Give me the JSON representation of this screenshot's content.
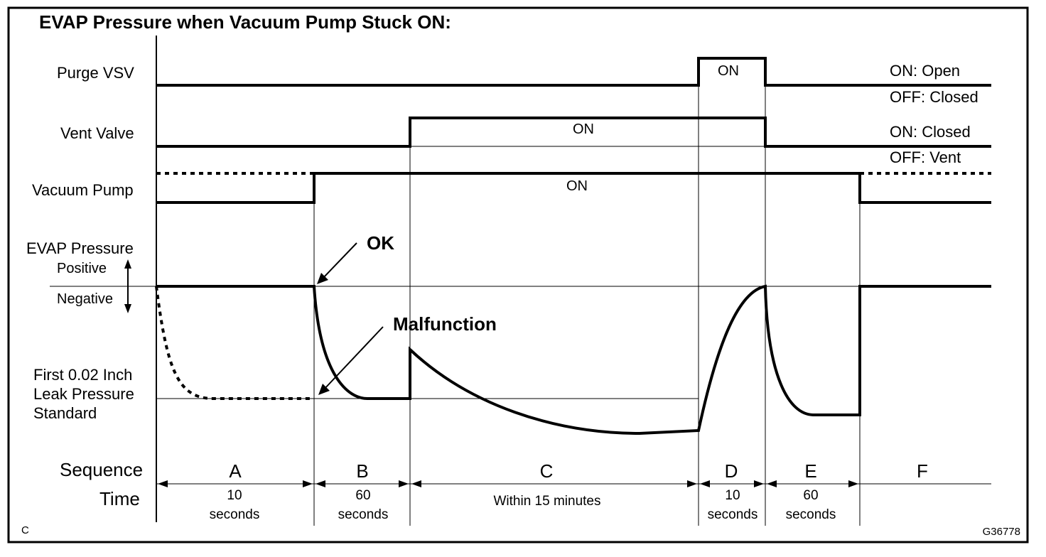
{
  "title": "EVAP Pressure when Vacuum Pump Stuck ON:",
  "rows": {
    "purge_vsv": "Purge VSV",
    "vent_valve": "Vent Valve",
    "vacuum_pump": "Vacuum Pump",
    "evap_pressure": "EVAP Pressure",
    "positive": "Positive",
    "negative": "Negative",
    "leak_std_line1": "First 0.02 Inch",
    "leak_std_line2": "Leak Pressure",
    "leak_std_line3": "Standard",
    "sequence": "Sequence",
    "time": "Time"
  },
  "states": {
    "purge_on": "ON",
    "vent_on": "ON",
    "pump_on": "ON"
  },
  "legends": {
    "purge_on": "ON: Open",
    "purge_off": "OFF: Closed",
    "vent_on": "ON: Closed",
    "vent_off": "OFF: Vent"
  },
  "annotations": {
    "ok": "OK",
    "malfunction": "Malfunction"
  },
  "sequence": [
    {
      "label": "A",
      "time1": "10",
      "time2": "seconds"
    },
    {
      "label": "B",
      "time1": "60",
      "time2": "seconds"
    },
    {
      "label": "C",
      "time1": "Within 15 minutes",
      "time2": ""
    },
    {
      "label": "D",
      "time1": "10",
      "time2": "seconds"
    },
    {
      "label": "E",
      "time1": "60",
      "time2": "seconds"
    },
    {
      "label": "F",
      "time1": "",
      "time2": ""
    }
  ],
  "corner_left": "C",
  "figure_id": "G36778"
}
